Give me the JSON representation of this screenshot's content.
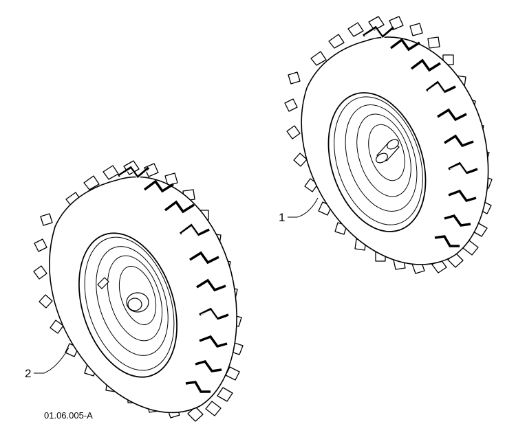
{
  "callouts": {
    "part_1": "1",
    "part_2": "2"
  },
  "figure_id": "01.06.005-A"
}
